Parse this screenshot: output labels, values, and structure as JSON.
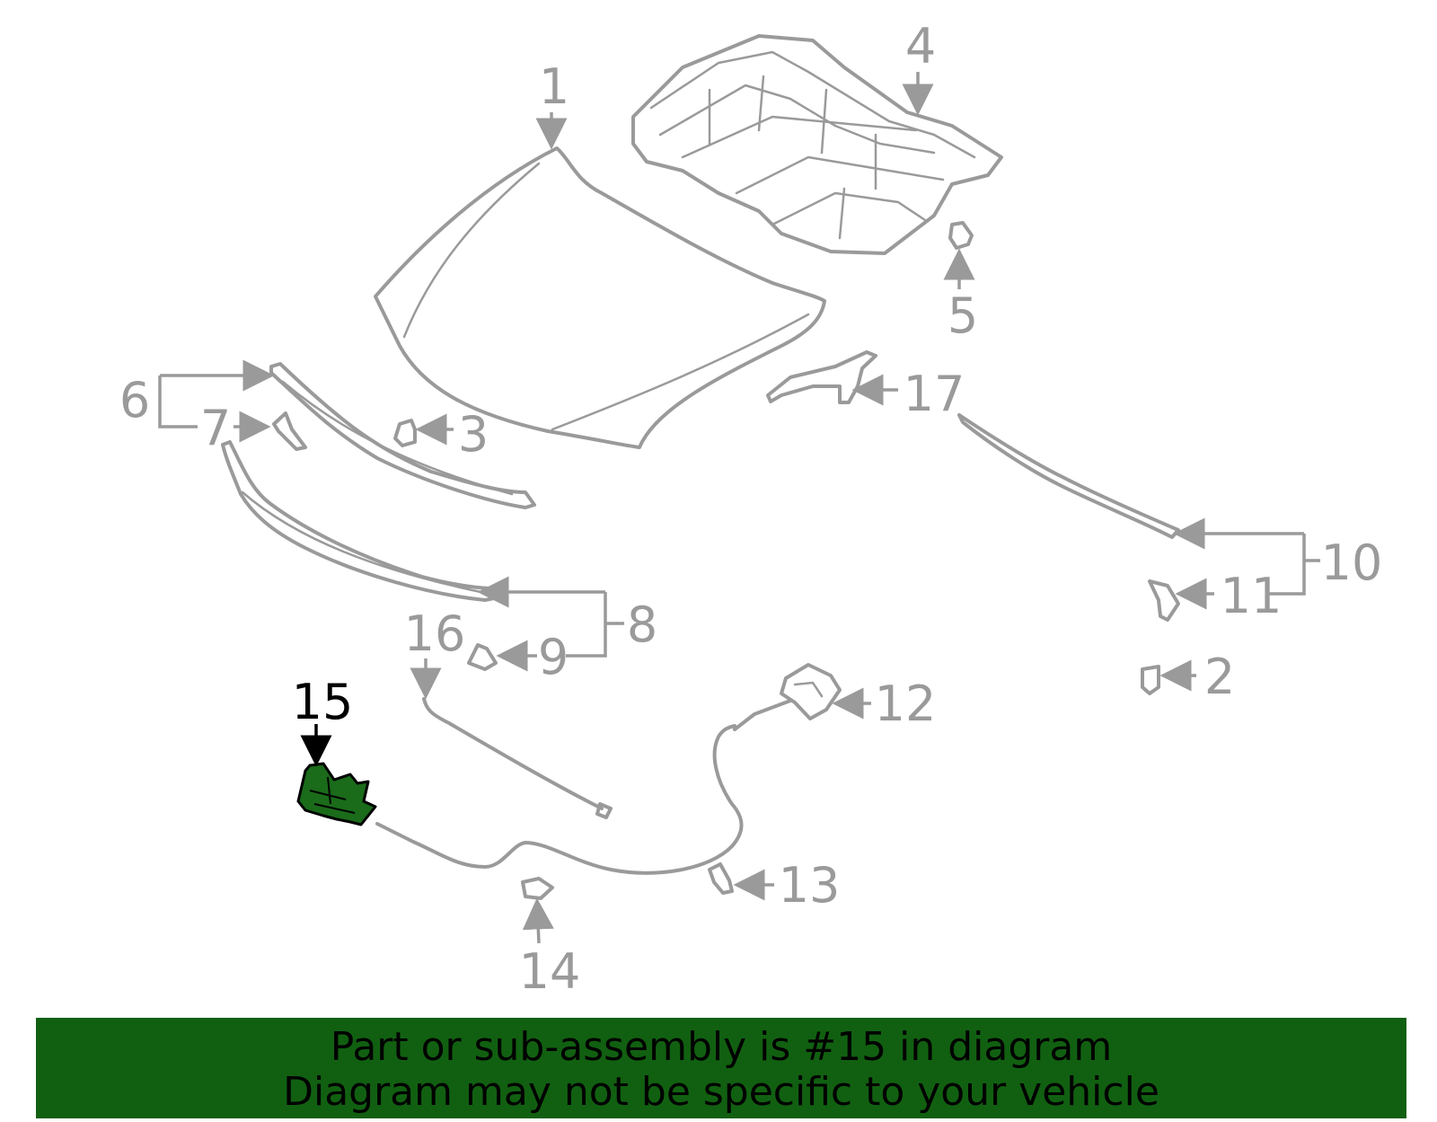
{
  "diagram": {
    "labels": [
      "1",
      "2",
      "3",
      "4",
      "5",
      "6",
      "7",
      "8",
      "9",
      "10",
      "11",
      "12",
      "13",
      "14",
      "15",
      "16",
      "17"
    ],
    "highlighted": "15",
    "colors": {
      "part": "#9a9a9a",
      "highlight": "#1a6b1a",
      "banner": "#116011",
      "text": "#000000"
    }
  },
  "banner": {
    "line1": "Part or sub-assembly is #15 in diagram",
    "line2": "Diagram may not be specific to your vehicle"
  }
}
